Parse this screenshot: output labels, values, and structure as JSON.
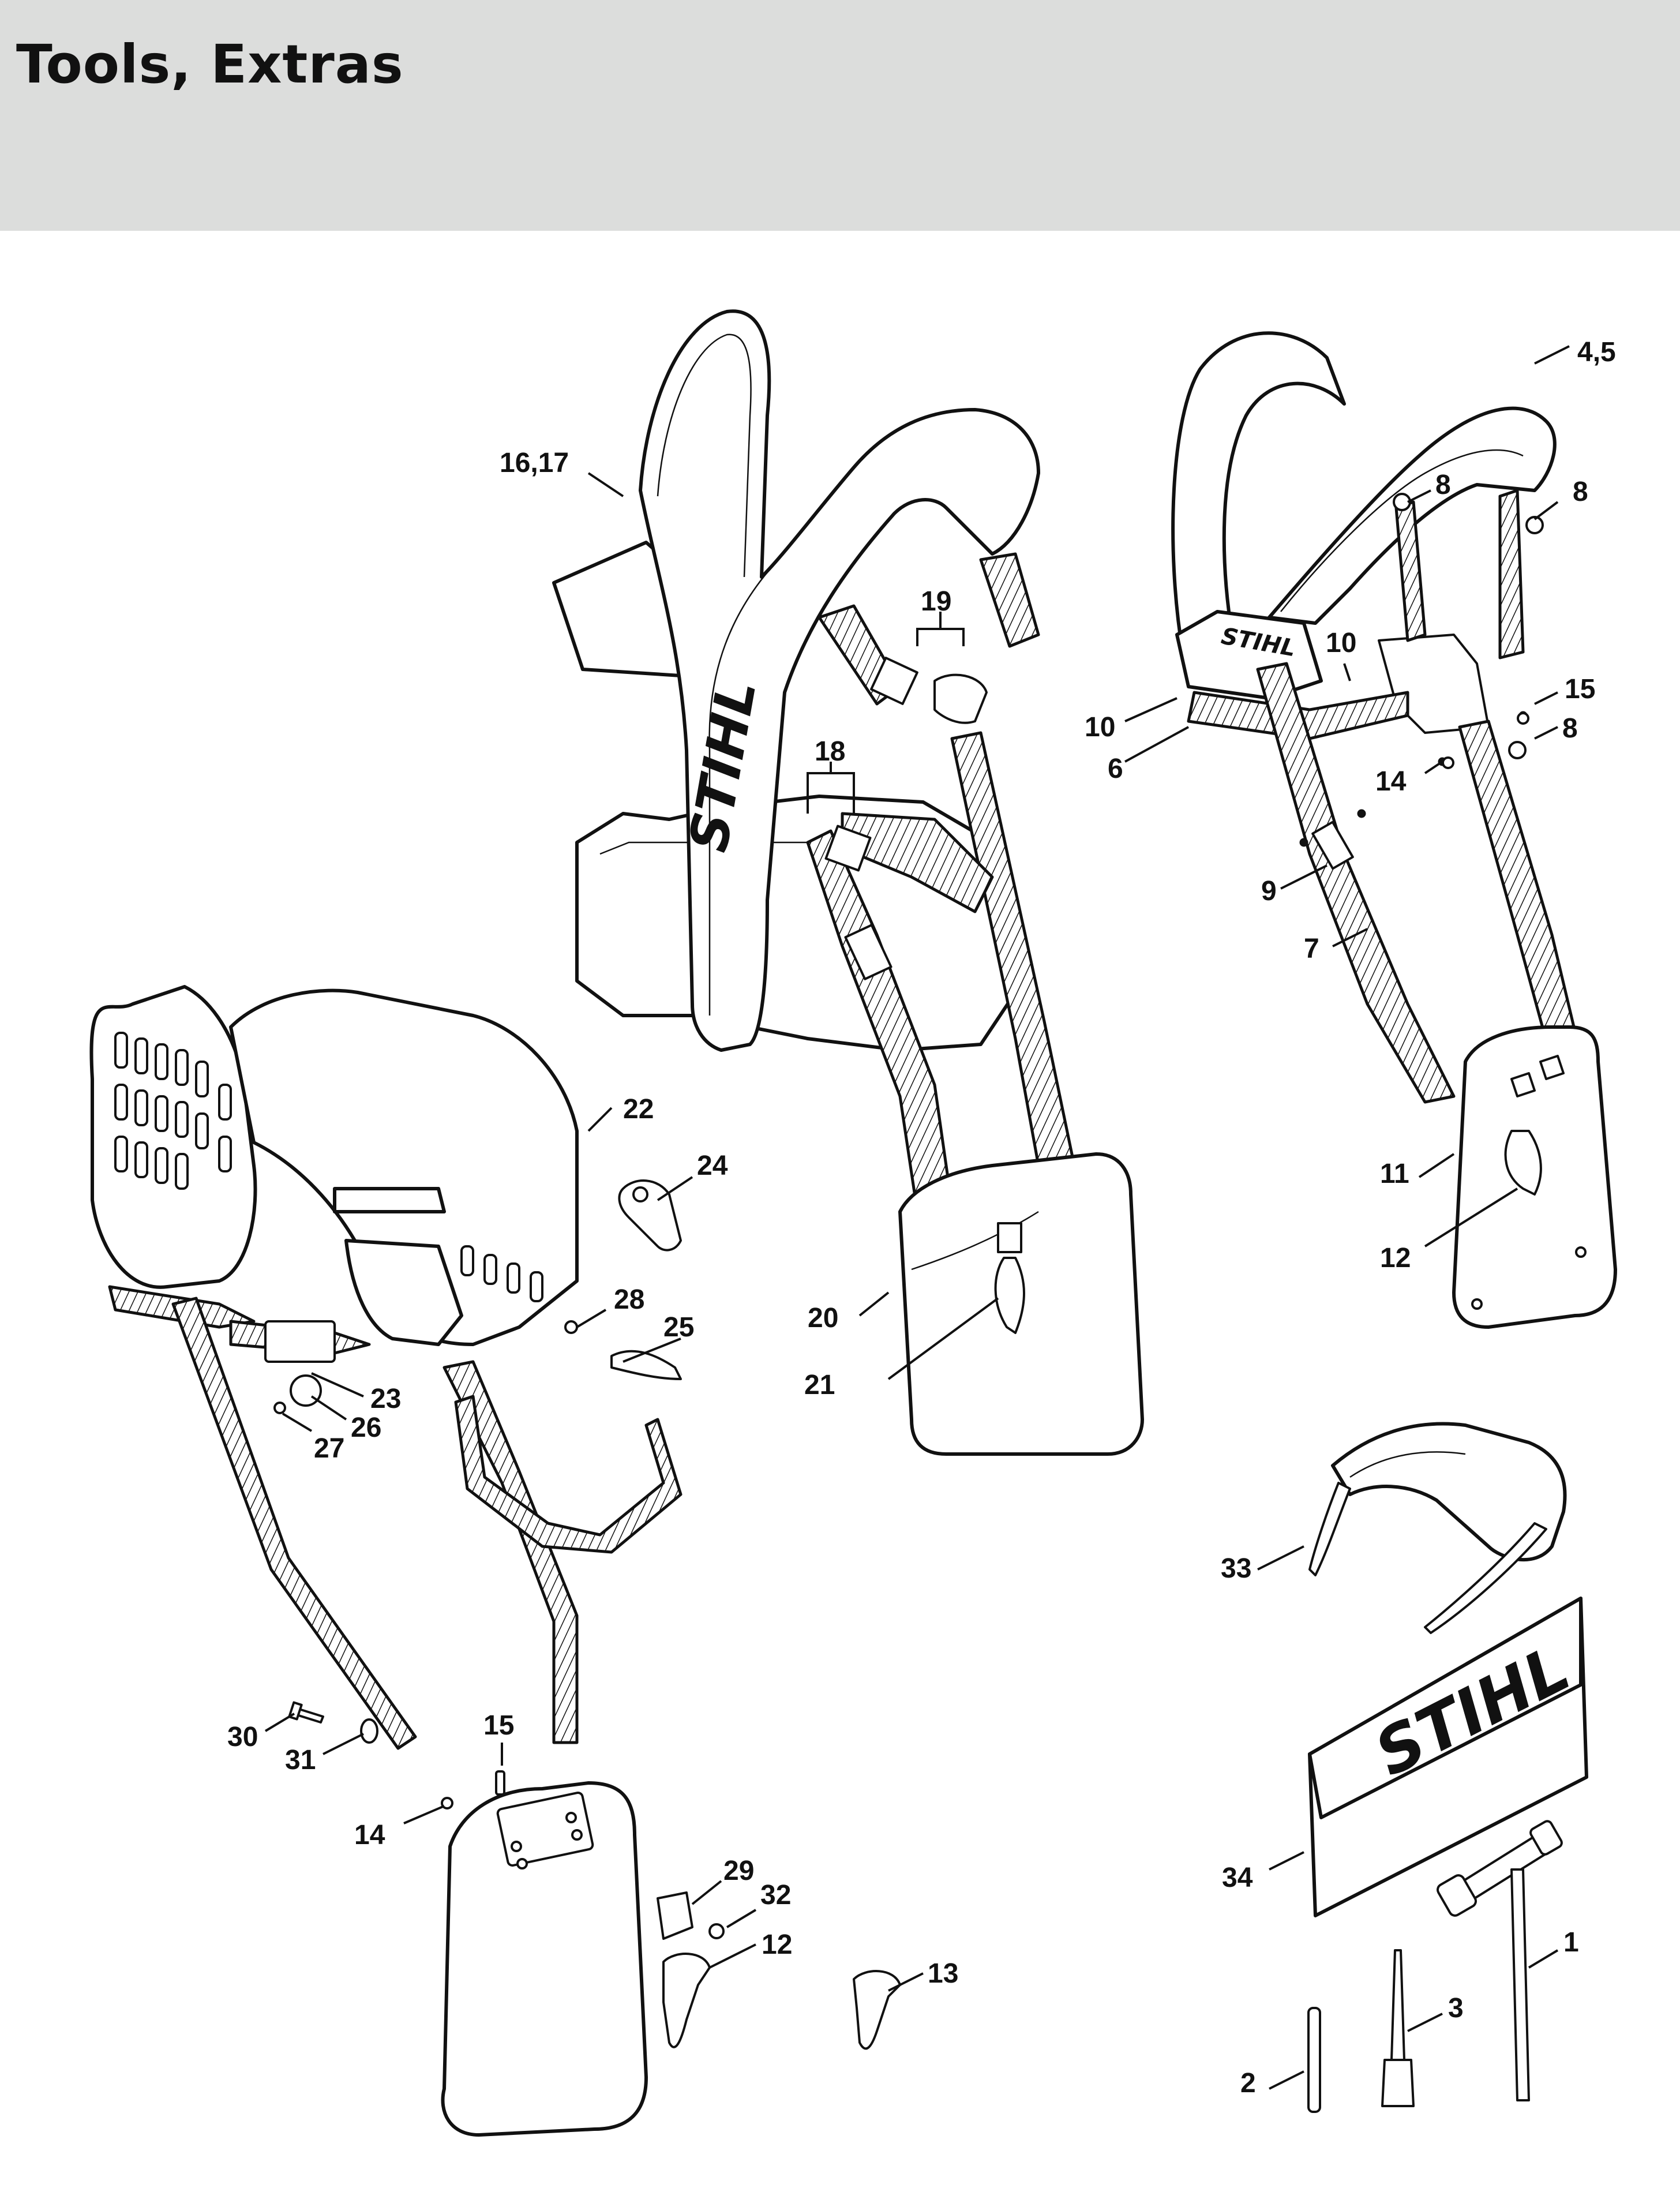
{
  "header": {
    "title": "Tools, Extras"
  },
  "brand": {
    "logo_text": "STIHL"
  },
  "colors": {
    "header_background": "#dcdddc",
    "line_art": "#111111",
    "page_background": "#ffffff"
  },
  "callouts": [
    {
      "id": "c-4-5",
      "text": "4,5"
    },
    {
      "id": "c-16-17",
      "text": "16,17"
    },
    {
      "id": "c-8a",
      "text": "8"
    },
    {
      "id": "c-8b",
      "text": "8"
    },
    {
      "id": "c-19",
      "text": "19"
    },
    {
      "id": "c-10a",
      "text": "10"
    },
    {
      "id": "c-15a",
      "text": "15"
    },
    {
      "id": "c-10b",
      "text": "10"
    },
    {
      "id": "c-8c",
      "text": "8"
    },
    {
      "id": "c-6",
      "text": "6"
    },
    {
      "id": "c-14a",
      "text": "14"
    },
    {
      "id": "c-18",
      "text": "18"
    },
    {
      "id": "c-9",
      "text": "9"
    },
    {
      "id": "c-7",
      "text": "7"
    },
    {
      "id": "c-22",
      "text": "22"
    },
    {
      "id": "c-24",
      "text": "24"
    },
    {
      "id": "c-11",
      "text": "11"
    },
    {
      "id": "c-12a",
      "text": "12"
    },
    {
      "id": "c-28",
      "text": "28"
    },
    {
      "id": "c-20",
      "text": "20"
    },
    {
      "id": "c-25",
      "text": "25"
    },
    {
      "id": "c-21",
      "text": "21"
    },
    {
      "id": "c-23",
      "text": "23"
    },
    {
      "id": "c-26",
      "text": "26"
    },
    {
      "id": "c-27",
      "text": "27"
    },
    {
      "id": "c-33",
      "text": "33"
    },
    {
      "id": "c-30",
      "text": "30"
    },
    {
      "id": "c-15b",
      "text": "15"
    },
    {
      "id": "c-31",
      "text": "31"
    },
    {
      "id": "c-14b",
      "text": "14"
    },
    {
      "id": "c-29",
      "text": "29"
    },
    {
      "id": "c-34",
      "text": "34"
    },
    {
      "id": "c-32",
      "text": "32"
    },
    {
      "id": "c-12b",
      "text": "12"
    },
    {
      "id": "c-1",
      "text": "1"
    },
    {
      "id": "c-13",
      "text": "13"
    },
    {
      "id": "c-3",
      "text": "3"
    },
    {
      "id": "c-2",
      "text": "2"
    }
  ]
}
